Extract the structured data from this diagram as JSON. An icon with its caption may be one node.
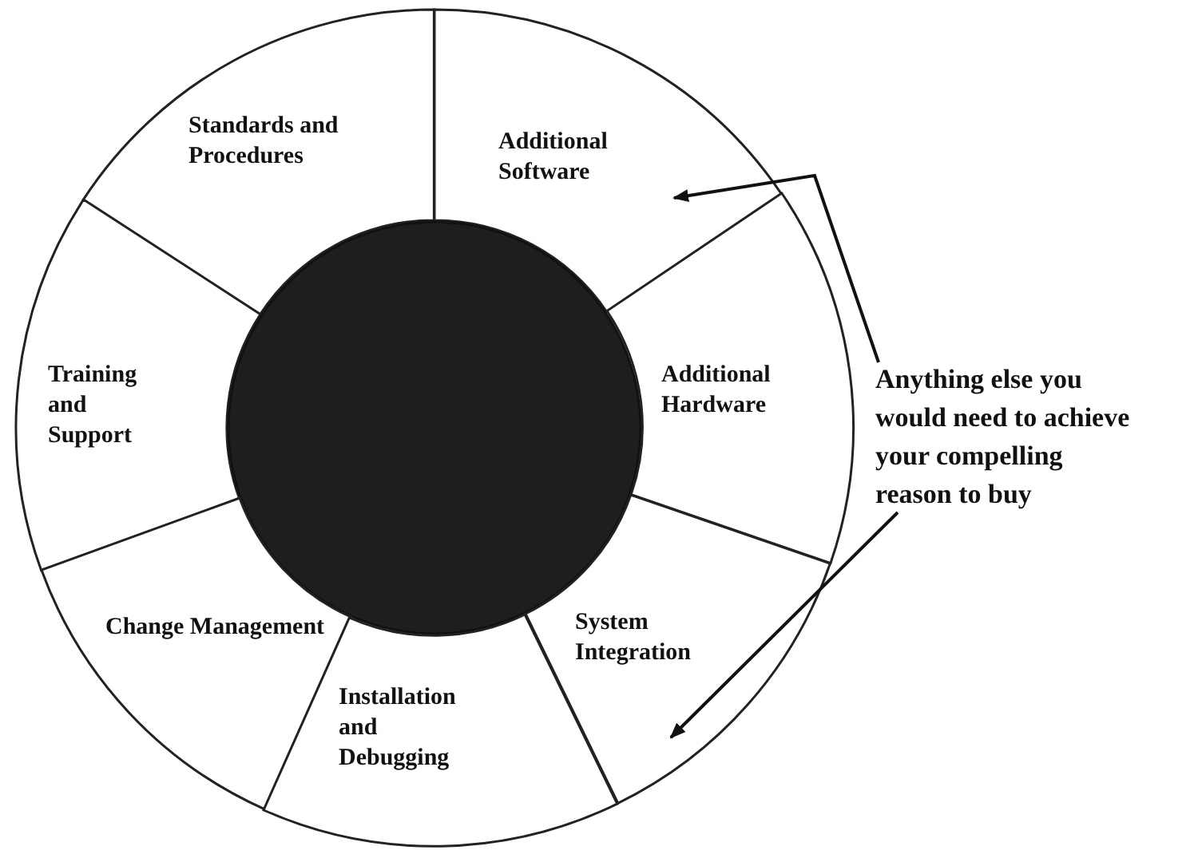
{
  "diagram": {
    "nodes": [
      {
        "text": [
          "Standards and Procedures"
        ]
      },
      {
        "text": [
          "Additional Software"
        ]
      },
      {
        "text": [
          "Training and Support"
        ]
      },
      {
        "text": [],
        "shape": "circle"
      },
      {
        "text": [
          "Additional Hardware"
        ]
      },
      {
        "text": [
          "Anything else you would need to achieve your compelling reason to buy"
        ]
      },
      {
        "text": [
          "Change Management"
        ]
      },
      {
        "text": [
          "System Integration"
        ]
      },
      {
        "text": [
          "Installation and Debugging"
        ]
      }
    ],
    "edges": [
      {
        "from": 5,
        "to": 1,
        "arrow": "to"
      },
      {
        "from": 5,
        "to": 7,
        "arrow": "to"
      }
    ]
  }
}
